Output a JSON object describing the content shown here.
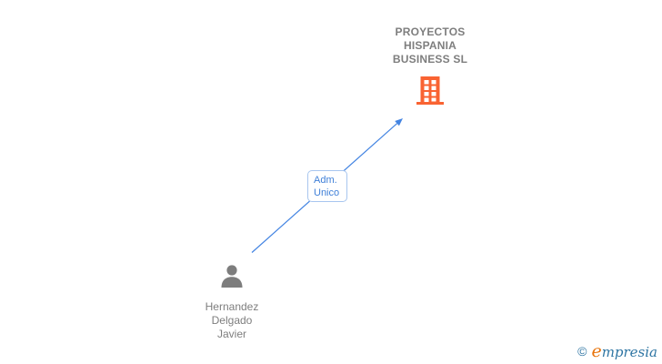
{
  "diagram": {
    "company_node": {
      "name": "PROYECTOS HISPANIA BUSINESS SL",
      "name_lines": [
        "PROYECTOS",
        "HISPANIA",
        "BUSINESS SL"
      ],
      "icon": "building-icon"
    },
    "person_node": {
      "name": "Hernandez Delgado Javier",
      "name_lines": [
        "Hernandez",
        "Delgado",
        "Javier"
      ],
      "icon": "person-icon"
    },
    "edge": {
      "label": "Adm. Unico",
      "label_lines": [
        "Adm.",
        "Unico"
      ],
      "direction": "person-to-company",
      "style": "blue-arrow"
    },
    "colors": {
      "building_orange": "#F96332",
      "person_gray": "#7D7D7D",
      "text_gray": "#7E7E7E",
      "arrow_blue": "#4384E2",
      "edge_label_text_blue": "#4080D8",
      "edge_label_border_blue": "#A8C6EF",
      "logo_blue": "#2E75A3",
      "logo_orange": "#E8740C"
    }
  },
  "branding": {
    "copyright_symbol": "©",
    "logo_text": "empresia",
    "logo_first_letter": "e",
    "logo_rest": "mpresia"
  }
}
